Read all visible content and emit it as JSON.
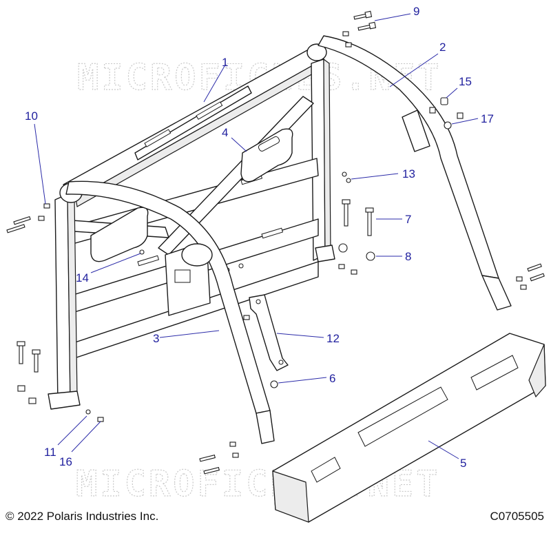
{
  "watermark": "MICROFICHES.NET",
  "callouts": [
    "1",
    "2",
    "3",
    "4",
    "5",
    "6",
    "7",
    "8",
    "9",
    "10",
    "11",
    "12",
    "13",
    "14",
    "15",
    "16",
    "17"
  ],
  "footer": {
    "copyright": "© 2022 Polaris Industries Inc.",
    "drawing_id": "C0705505"
  }
}
